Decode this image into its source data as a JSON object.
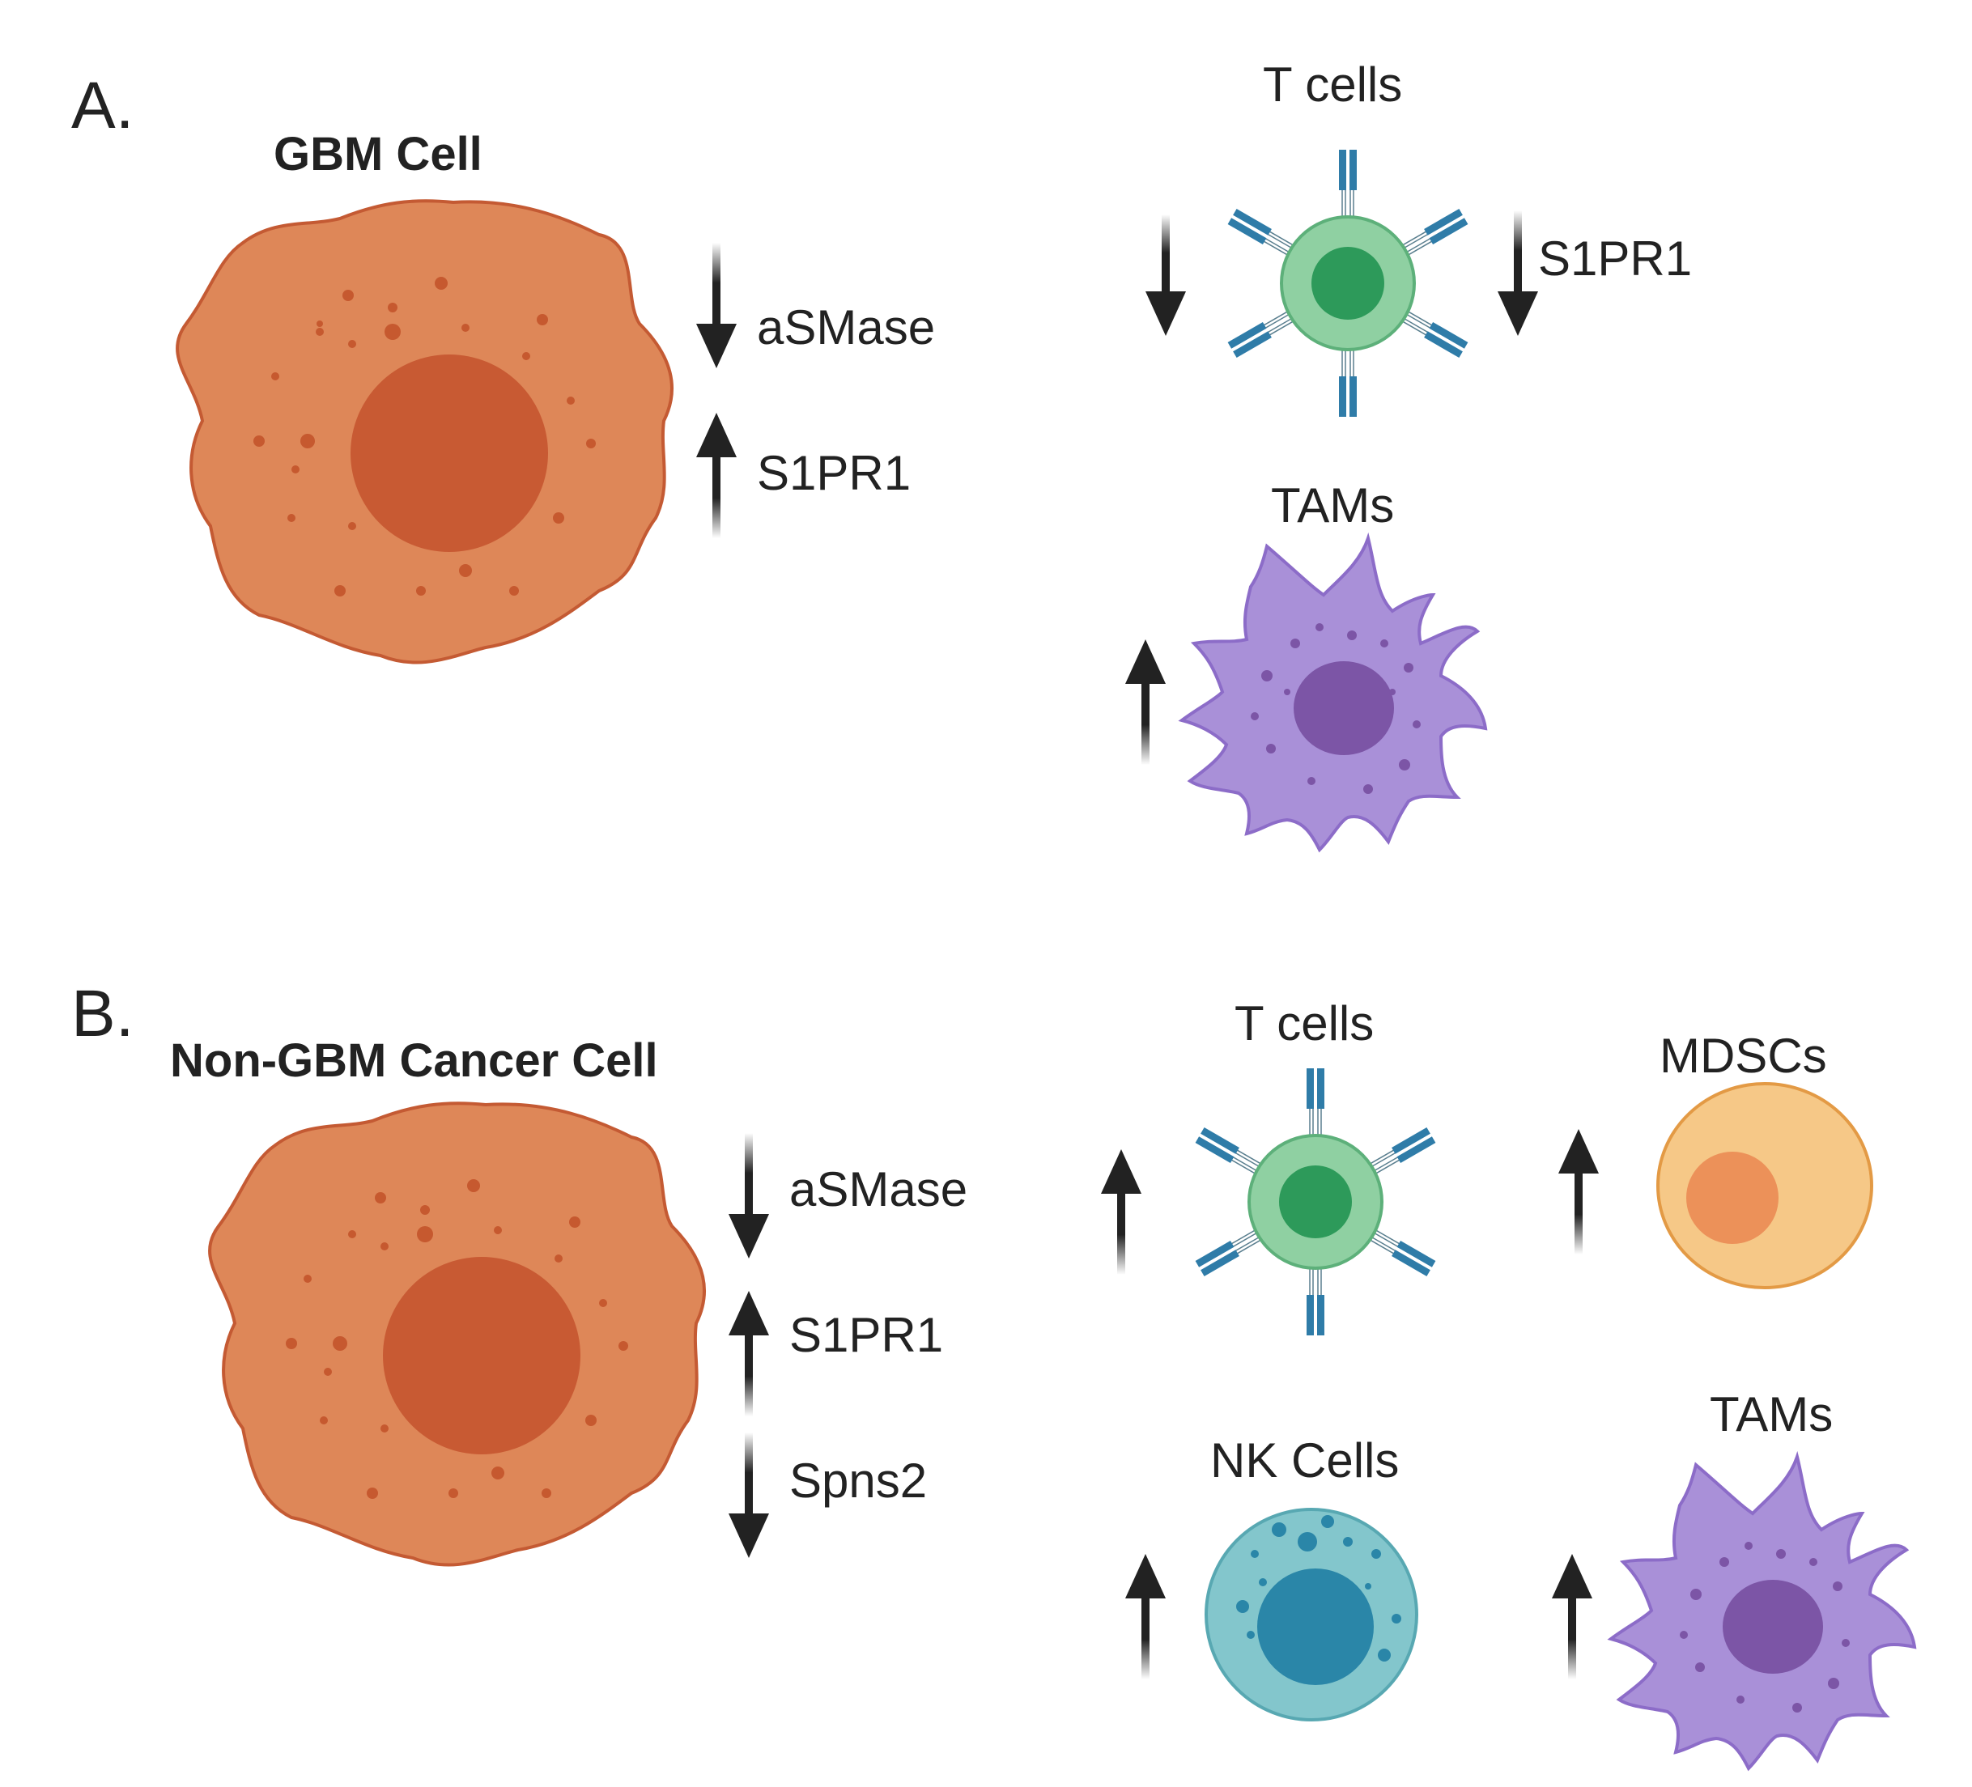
{
  "colors": {
    "cancer_fill": "#DE8758",
    "cancer_stroke": "#C45A33",
    "cancer_nucleus": "#C85A33",
    "cancer_dots": "#C6592F",
    "tcell_fill": "#8FD0A2",
    "tcell_stroke": "#5DB07A",
    "tcell_nucleus": "#2D9A5A",
    "receptor": "#2F7CA8",
    "tam_fill": "#A990D8",
    "tam_stroke": "#8C6CC8",
    "tam_nucleus": "#7C55A6",
    "mdsc_fill": "#F6C887",
    "mdsc_stroke": "#E39A45",
    "mdsc_nucleus": "#EC9159",
    "nk_fill": "#83C6CC",
    "nk_stroke": "#58A8B2",
    "nk_nucleus": "#2A86A8",
    "arrow": "#222222"
  },
  "panel_a": {
    "label": "A.",
    "cell_title": "GBM Cell",
    "markers": [
      {
        "name": "aSMase",
        "direction": "down"
      },
      {
        "name": "S1PR1",
        "direction": "up"
      }
    ],
    "t_cells": {
      "label": "T cells",
      "direction": "down",
      "receptor_label": "S1PR1",
      "receptor_direction": "down"
    },
    "tams": {
      "label": "TAMs",
      "direction": "up"
    }
  },
  "panel_b": {
    "label": "B.",
    "cell_title": "Non-GBM Cancer Cell",
    "markers": [
      {
        "name": "aSMase",
        "direction": "down"
      },
      {
        "name": "S1PR1",
        "direction": "up"
      },
      {
        "name": "Spns2",
        "direction": "down"
      }
    ],
    "t_cells": {
      "label": "T cells",
      "direction": "up"
    },
    "mdscs": {
      "label": "MDSCs",
      "direction": "up"
    },
    "nk_cells": {
      "label": "NK Cells",
      "direction": "up"
    },
    "tams": {
      "label": "TAMs",
      "direction": "up"
    }
  }
}
